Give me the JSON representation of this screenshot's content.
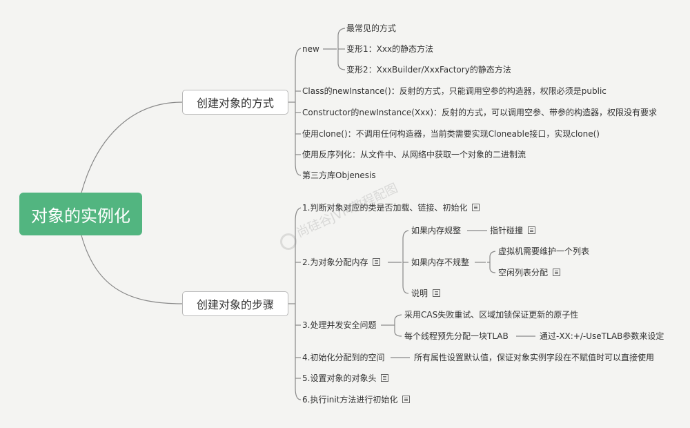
{
  "root": "对象的实例化",
  "branches": {
    "ways": "创建对象的方式",
    "steps": "创建对象的步骤"
  },
  "ways": {
    "new": "new",
    "new_children": [
      "最常见的方式",
      "变形1：Xxx的静态方法",
      "变形2：XxxBuilder/XxxFactory的静态方法"
    ],
    "class_new": "Class的newInstance()：反射的方式，只能调用空参的构造器，权限必须是public",
    "constructor_new": "Constructor的newInstance(Xxx)：反射的方式，可以调用空参、带参的构造器，权限没有要求",
    "clone": "使用clone()：不调用任何构造器，当前类需要实现Cloneable接口，实现clone()",
    "deserialize": "使用反序列化：从文件中、从网络中获取一个对象的二进制流",
    "objenesis": "第三方库Objenesis"
  },
  "steps": {
    "s1": "1.判断对象对应的类是否加载、链接、初始化",
    "s2": "2.为对象分配内存",
    "s2_regular": "如果内存规整",
    "s2_pointer": "指针碰撞",
    "s2_irregular": "如果内存不规整",
    "s2_irregular_children": [
      "虚拟机需要维护一个列表",
      "空闲列表分配"
    ],
    "s2_note": "说明",
    "s3": "3.处理并发安全问题",
    "s3_cas": "采用CAS失败重试、区域加锁保证更新的原子性",
    "s3_tlab": "每个线程预先分配一块TLAB",
    "s3_tlab_opt": "通过-XX:+/-UseTLAB参数来设定",
    "s4": "4.初始化分配到的空间",
    "s4_desc": "所有属性设置默认值，保证对象实例字段在不赋值时可以直接使用",
    "s5": "5.设置对象的对象头",
    "s6": "6.执行init方法进行初始化"
  },
  "watermark": "尚硅谷JVM教程配图"
}
